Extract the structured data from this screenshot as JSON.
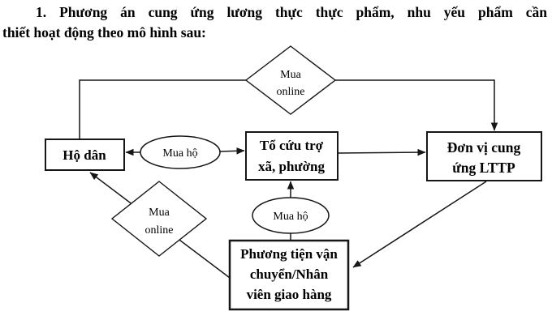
{
  "title": {
    "line1": "1. Phương án cung ứng lương thực thực phẩm, nhu yếu phẩm cần",
    "line2": "thiết hoạt động theo mô hình sau:"
  },
  "diagram": {
    "nodes": {
      "ho_dan": {
        "shape": "rectangle",
        "label": "Hộ dân"
      },
      "to_cuu_tro": {
        "shape": "rectangle",
        "lines": [
          "Tổ cứu trợ",
          "xã, phường"
        ]
      },
      "don_vi_cung_ung": {
        "shape": "rectangle",
        "lines": [
          "Đơn vị cung",
          "ứng LTTP"
        ]
      },
      "phuong_tien": {
        "shape": "rectangle",
        "lines": [
          "Phương tiện vận",
          "chuyển/Nhân",
          "viên giao hàng"
        ]
      },
      "mua_online_top": {
        "shape": "diamond",
        "lines": [
          "Mua",
          "online"
        ]
      },
      "mua_online_left": {
        "shape": "diamond",
        "lines": [
          "Mua",
          "online"
        ]
      },
      "mua_ho_upper": {
        "shape": "ellipse",
        "label": "Mua hộ"
      },
      "mua_ho_lower": {
        "shape": "ellipse",
        "label": "Mua hộ"
      }
    },
    "edges": [
      {
        "from": "mua_online_top",
        "to": "ho_dan",
        "arrow_at": "none"
      },
      {
        "from": "mua_online_top",
        "to": "don_vi_cung_ung",
        "arrow_at": "to"
      },
      {
        "from": "mua_ho_upper",
        "to": "ho_dan",
        "arrow_at": "to"
      },
      {
        "from": "mua_ho_upper",
        "to": "to_cuu_tro",
        "arrow_at": "to"
      },
      {
        "from": "to_cuu_tro",
        "to": "don_vi_cung_ung",
        "arrow_at": "to"
      },
      {
        "from": "phuong_tien",
        "to": "to_cuu_tro",
        "via": "mua_ho_lower",
        "arrow_at": "to"
      },
      {
        "from": "phuong_tien",
        "to": "ho_dan",
        "via": "mua_online_left",
        "arrow_at": "to"
      },
      {
        "from": "don_vi_cung_ung",
        "to": "phuong_tien",
        "arrow_at": "to"
      }
    ],
    "colors": {
      "line": "#161616",
      "shape_fill": "#ffffff",
      "text": "#000000",
      "background": "#ffffff"
    }
  }
}
